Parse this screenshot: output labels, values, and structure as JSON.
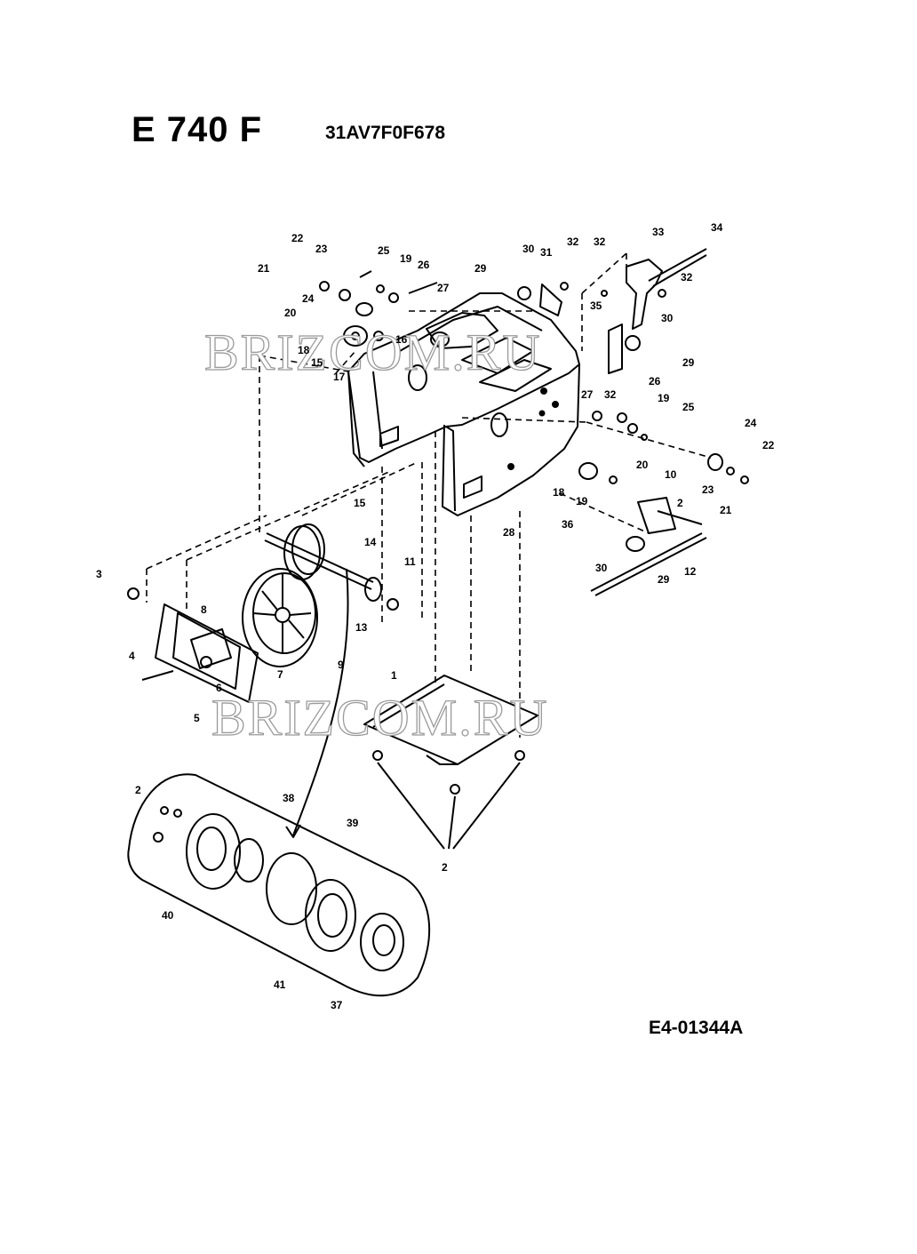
{
  "header": {
    "title": "E 740 F",
    "model_number": "31AV7F0F678"
  },
  "footer": {
    "drawing_ref": "E4-01344A"
  },
  "watermarks": [
    "BRIZCOM.RU",
    "BRIZCOM.RU"
  ],
  "part_labels": [
    {
      "id": "l22a",
      "text": "22"
    },
    {
      "id": "l23a",
      "text": "23"
    },
    {
      "id": "l21a",
      "text": "21"
    },
    {
      "id": "l25a",
      "text": "25"
    },
    {
      "id": "l19a",
      "text": "19"
    },
    {
      "id": "l26a",
      "text": "26"
    },
    {
      "id": "l24a",
      "text": "24"
    },
    {
      "id": "l27a",
      "text": "27"
    },
    {
      "id": "l20a",
      "text": "20"
    },
    {
      "id": "l16",
      "text": "16"
    },
    {
      "id": "l18a",
      "text": "18"
    },
    {
      "id": "l15a",
      "text": "15"
    },
    {
      "id": "l17",
      "text": "17"
    },
    {
      "id": "l29a",
      "text": "29"
    },
    {
      "id": "l30a",
      "text": "30"
    },
    {
      "id": "l31",
      "text": "31"
    },
    {
      "id": "l32a",
      "text": "32"
    },
    {
      "id": "l32b",
      "text": "32"
    },
    {
      "id": "l33",
      "text": "33"
    },
    {
      "id": "l34",
      "text": "34"
    },
    {
      "id": "l32c",
      "text": "32"
    },
    {
      "id": "l35",
      "text": "35"
    },
    {
      "id": "l30b",
      "text": "30"
    },
    {
      "id": "l29b",
      "text": "29"
    },
    {
      "id": "l32d",
      "text": "32"
    },
    {
      "id": "l26b",
      "text": "26"
    },
    {
      "id": "l27b",
      "text": "27"
    },
    {
      "id": "l19b",
      "text": "19"
    },
    {
      "id": "l25b",
      "text": "25"
    },
    {
      "id": "l24b",
      "text": "24"
    },
    {
      "id": "l22b",
      "text": "22"
    },
    {
      "id": "l23b",
      "text": "23"
    },
    {
      "id": "l21b",
      "text": "21"
    },
    {
      "id": "l20b",
      "text": "20"
    },
    {
      "id": "l10",
      "text": "10"
    },
    {
      "id": "l18b",
      "text": "18"
    },
    {
      "id": "l19c",
      "text": "19"
    },
    {
      "id": "l2a",
      "text": "2"
    },
    {
      "id": "l28",
      "text": "28"
    },
    {
      "id": "l36",
      "text": "36"
    },
    {
      "id": "l30c",
      "text": "30"
    },
    {
      "id": "l29c",
      "text": "29"
    },
    {
      "id": "l12",
      "text": "12"
    },
    {
      "id": "l15b",
      "text": "15"
    },
    {
      "id": "l14",
      "text": "14"
    },
    {
      "id": "l11",
      "text": "11"
    },
    {
      "id": "l13",
      "text": "13"
    },
    {
      "id": "l3",
      "text": "3"
    },
    {
      "id": "l8",
      "text": "8"
    },
    {
      "id": "l9",
      "text": "9"
    },
    {
      "id": "l4",
      "text": "4"
    },
    {
      "id": "l7",
      "text": "7"
    },
    {
      "id": "l6",
      "text": "6"
    },
    {
      "id": "l5",
      "text": "5"
    },
    {
      "id": "l1",
      "text": "1"
    },
    {
      "id": "l2b",
      "text": "2"
    },
    {
      "id": "l38",
      "text": "38"
    },
    {
      "id": "l39",
      "text": "39"
    },
    {
      "id": "l40",
      "text": "40"
    },
    {
      "id": "l41",
      "text": "41"
    },
    {
      "id": "l37",
      "text": "37"
    },
    {
      "id": "l2c",
      "text": "2"
    }
  ]
}
